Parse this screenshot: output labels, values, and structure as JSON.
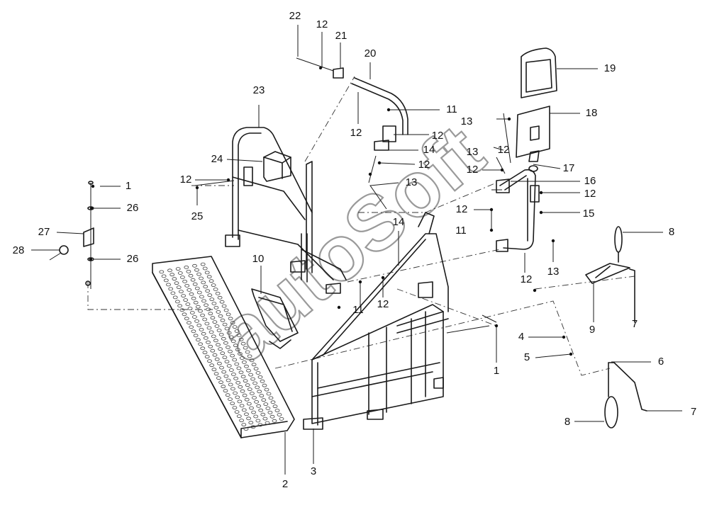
{
  "diagram": {
    "watermark": "autoSoft",
    "labels": [
      {
        "id": "1-top",
        "text": "1"
      },
      {
        "id": "1-bottom",
        "text": "1"
      },
      {
        "id": "2",
        "text": "2"
      },
      {
        "id": "3",
        "text": "3"
      },
      {
        "id": "4",
        "text": "4"
      },
      {
        "id": "5",
        "text": "5"
      },
      {
        "id": "6",
        "text": "6"
      },
      {
        "id": "7-a",
        "text": "7"
      },
      {
        "id": "7-b",
        "text": "7"
      },
      {
        "id": "8-a",
        "text": "8"
      },
      {
        "id": "8-b",
        "text": "8"
      },
      {
        "id": "9",
        "text": "9"
      },
      {
        "id": "10",
        "text": "10"
      },
      {
        "id": "11-a",
        "text": "11"
      },
      {
        "id": "11-b",
        "text": "11"
      },
      {
        "id": "11-c",
        "text": "11"
      },
      {
        "id": "12-a",
        "text": "12"
      },
      {
        "id": "12-b",
        "text": "12"
      },
      {
        "id": "12-c",
        "text": "12"
      },
      {
        "id": "12-d",
        "text": "12"
      },
      {
        "id": "12-e",
        "text": "12"
      },
      {
        "id": "12-f",
        "text": "12"
      },
      {
        "id": "12-g",
        "text": "12"
      },
      {
        "id": "12-h",
        "text": "12"
      },
      {
        "id": "12-i",
        "text": "12"
      },
      {
        "id": "12-j",
        "text": "12"
      },
      {
        "id": "12-k",
        "text": "12"
      },
      {
        "id": "13-a",
        "text": "13"
      },
      {
        "id": "13-b",
        "text": "13"
      },
      {
        "id": "13-c",
        "text": "13"
      },
      {
        "id": "13-d",
        "text": "13"
      },
      {
        "id": "14-a",
        "text": "14"
      },
      {
        "id": "14-b",
        "text": "14"
      },
      {
        "id": "15",
        "text": "15"
      },
      {
        "id": "16",
        "text": "16"
      },
      {
        "id": "17",
        "text": "17"
      },
      {
        "id": "18",
        "text": "18"
      },
      {
        "id": "19",
        "text": "19"
      },
      {
        "id": "20",
        "text": "20"
      },
      {
        "id": "21",
        "text": "21"
      },
      {
        "id": "22",
        "text": "22"
      },
      {
        "id": "23",
        "text": "23"
      },
      {
        "id": "24",
        "text": "24"
      },
      {
        "id": "25",
        "text": "25"
      },
      {
        "id": "26-a",
        "text": "26"
      },
      {
        "id": "26-b",
        "text": "26"
      },
      {
        "id": "27",
        "text": "27"
      },
      {
        "id": "28",
        "text": "28"
      }
    ]
  }
}
